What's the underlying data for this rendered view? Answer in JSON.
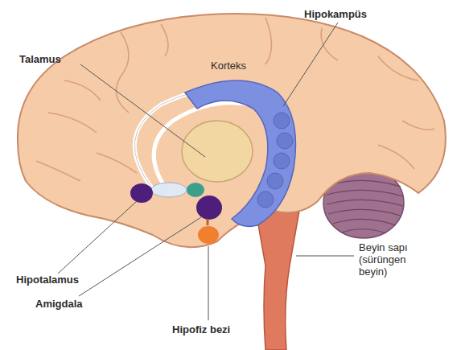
{
  "diagram": {
    "labels": [
      "Talamus",
      "Hipokampüs",
      "Korteks",
      "Beyin sapı (sürüngen beyin)",
      "Hipotalamus",
      "Amigdala",
      "Hipofiz bezi"
    ]
  }
}
